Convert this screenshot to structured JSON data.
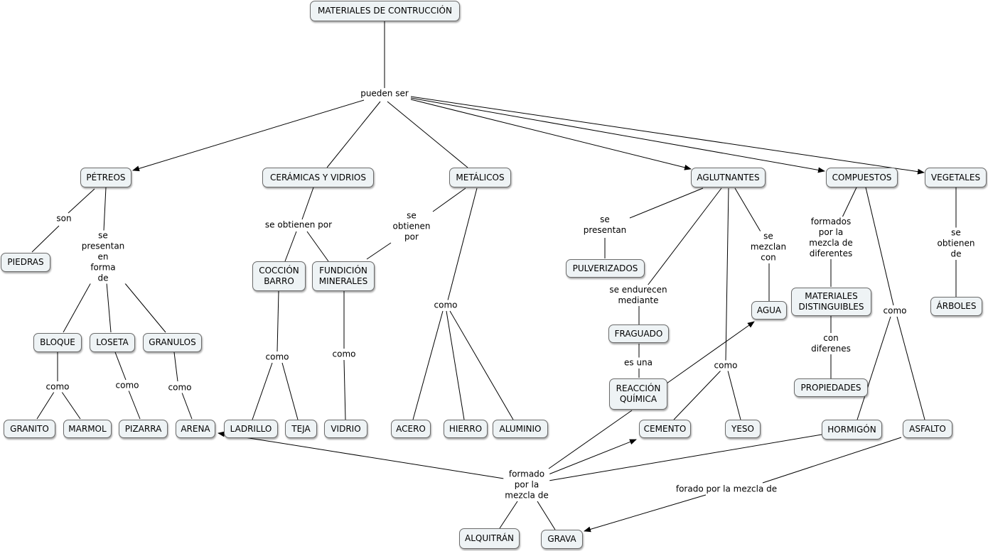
{
  "nodes": {
    "materiales": "MATERIALES DE CONTRUCCIÓN",
    "petreos": "PÉTREOS",
    "ceramicas": "CERÁMICAS Y VIDRIOS",
    "metalicos": "METÁLICOS",
    "aglutnantes": "AGLUTNANTES",
    "compuestos": "COMPUESTOS",
    "vegetales": "VEGETALES",
    "piedras": "PIEDRAS",
    "bloque": "BLOQUE",
    "loseta": "LOSETA",
    "granulos": "GRANULOS",
    "granito": "GRANITO",
    "marmol": "MARMOL",
    "pizarra": "PIZARRA",
    "arena": "ARENA",
    "coccion": "COCCIÓN\nBARRO",
    "fundicion": "FUNDICIÓN\nMINERALES",
    "ladrillo": "LADRILLO",
    "teja": "TEJA",
    "vidrio": "VIDRIO",
    "acero": "ACERO",
    "hierro": "HIERRO",
    "aluminio": "ALUMINIO",
    "pulverizados": "PULVERIZADOS",
    "fraguado": "FRAGUADO",
    "reaccion": "REACCIÓN\nQUÍMICA",
    "agua": "AGUA",
    "cemento": "CEMENTO",
    "yeso": "YESO",
    "distinguibles": "MATERIALES\nDISTINGUIBLES",
    "propiedades": "PROPIEDADES",
    "hormigon": "HORMIGÓN",
    "asfalto": "ASFALTO",
    "arboles": "ÁRBOLES",
    "alquitran": "ALQUITRÁN",
    "grava": "GRAVA"
  },
  "links": {
    "pueden_ser": "pueden ser",
    "son": "son",
    "se_presentan_forma": "se\npresentan\nen\nforma\nde",
    "como_bloque": "como",
    "como_loseta": "como",
    "como_granulos": "como",
    "se_obtienen_por_cer": "se obtienen por",
    "se_obtienen_por_met": "se\nobtienen\npor",
    "como_coccion": "como",
    "como_fundicion": "como",
    "como_metalicos": "como",
    "se_presentan": "se\npresentan",
    "se_endurecen": "se endurecen\nmediante",
    "es_una": "es una",
    "como_aglut": "como",
    "se_mezclan": "se\nmezclan\ncon",
    "formados_por": "formados\npor la\nmezcla de\ndiferentes",
    "con_diferenes": "con\ndiferenes",
    "como_compuestos": "como",
    "se_obtienen_de": "se\nobtienen\nde",
    "formado_por": "formado\npor la\nmezcla de",
    "forado_por": "forado por la mezcla de"
  }
}
